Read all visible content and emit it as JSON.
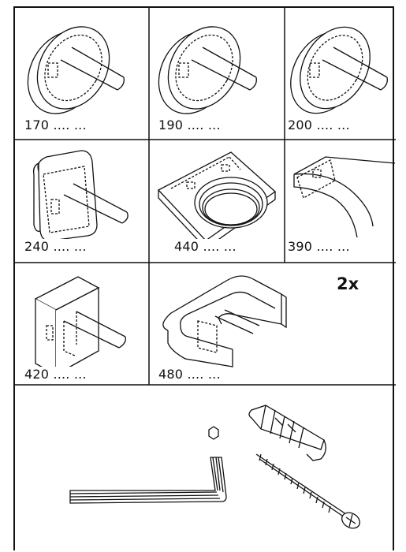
{
  "variants": [
    {
      "code": "170",
      "dots": ".... ..."
    },
    {
      "code": "190",
      "dots": ".... ..."
    },
    {
      "code": "200",
      "dots": ".... ..."
    },
    {
      "code": "240",
      "dots": ".... ..."
    },
    {
      "code": "440",
      "dots": ".... ..."
    },
    {
      "code": "390",
      "dots": ".... ..."
    },
    {
      "code": "420",
      "dots": ".... ..."
    },
    {
      "code": "480",
      "dots": ".... ..."
    }
  ],
  "hardware": {
    "quantity": "2x",
    "icons": [
      "hex-key-icon",
      "wall-plug-icon",
      "screw-icon",
      "hexagon-icon"
    ]
  },
  "colors": {
    "line": "#111111",
    "background": "#ffffff"
  }
}
